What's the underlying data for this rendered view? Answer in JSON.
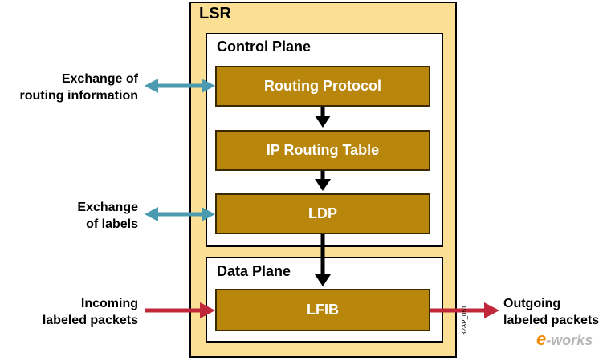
{
  "lsr": {
    "title": "LSR"
  },
  "control_plane": {
    "title": "Control Plane",
    "blocks": [
      "Routing Protocol",
      "IP Routing Table",
      "LDP"
    ]
  },
  "data_plane": {
    "title": "Data Plane",
    "blocks": [
      "LFIB"
    ]
  },
  "side_labels": {
    "exchange_routing_line1": "Exchange of",
    "exchange_routing_line2": "routing information",
    "exchange_labels_line1": "Exchange",
    "exchange_labels_line2": "of labels",
    "incoming_line1": "Incoming",
    "incoming_line2": "labeled packets",
    "outgoing_line1": "Outgoing",
    "outgoing_line2": "labeled packets"
  },
  "figure_code": "32AP_051",
  "logo": {
    "prefix": "e",
    "suffix": "-works"
  },
  "colors": {
    "lsr_fill": "#fbdf95",
    "block_fill": "#b8860b",
    "bidirectional_arrow": "#4a9bb0",
    "packet_arrow": "#c0283a"
  }
}
